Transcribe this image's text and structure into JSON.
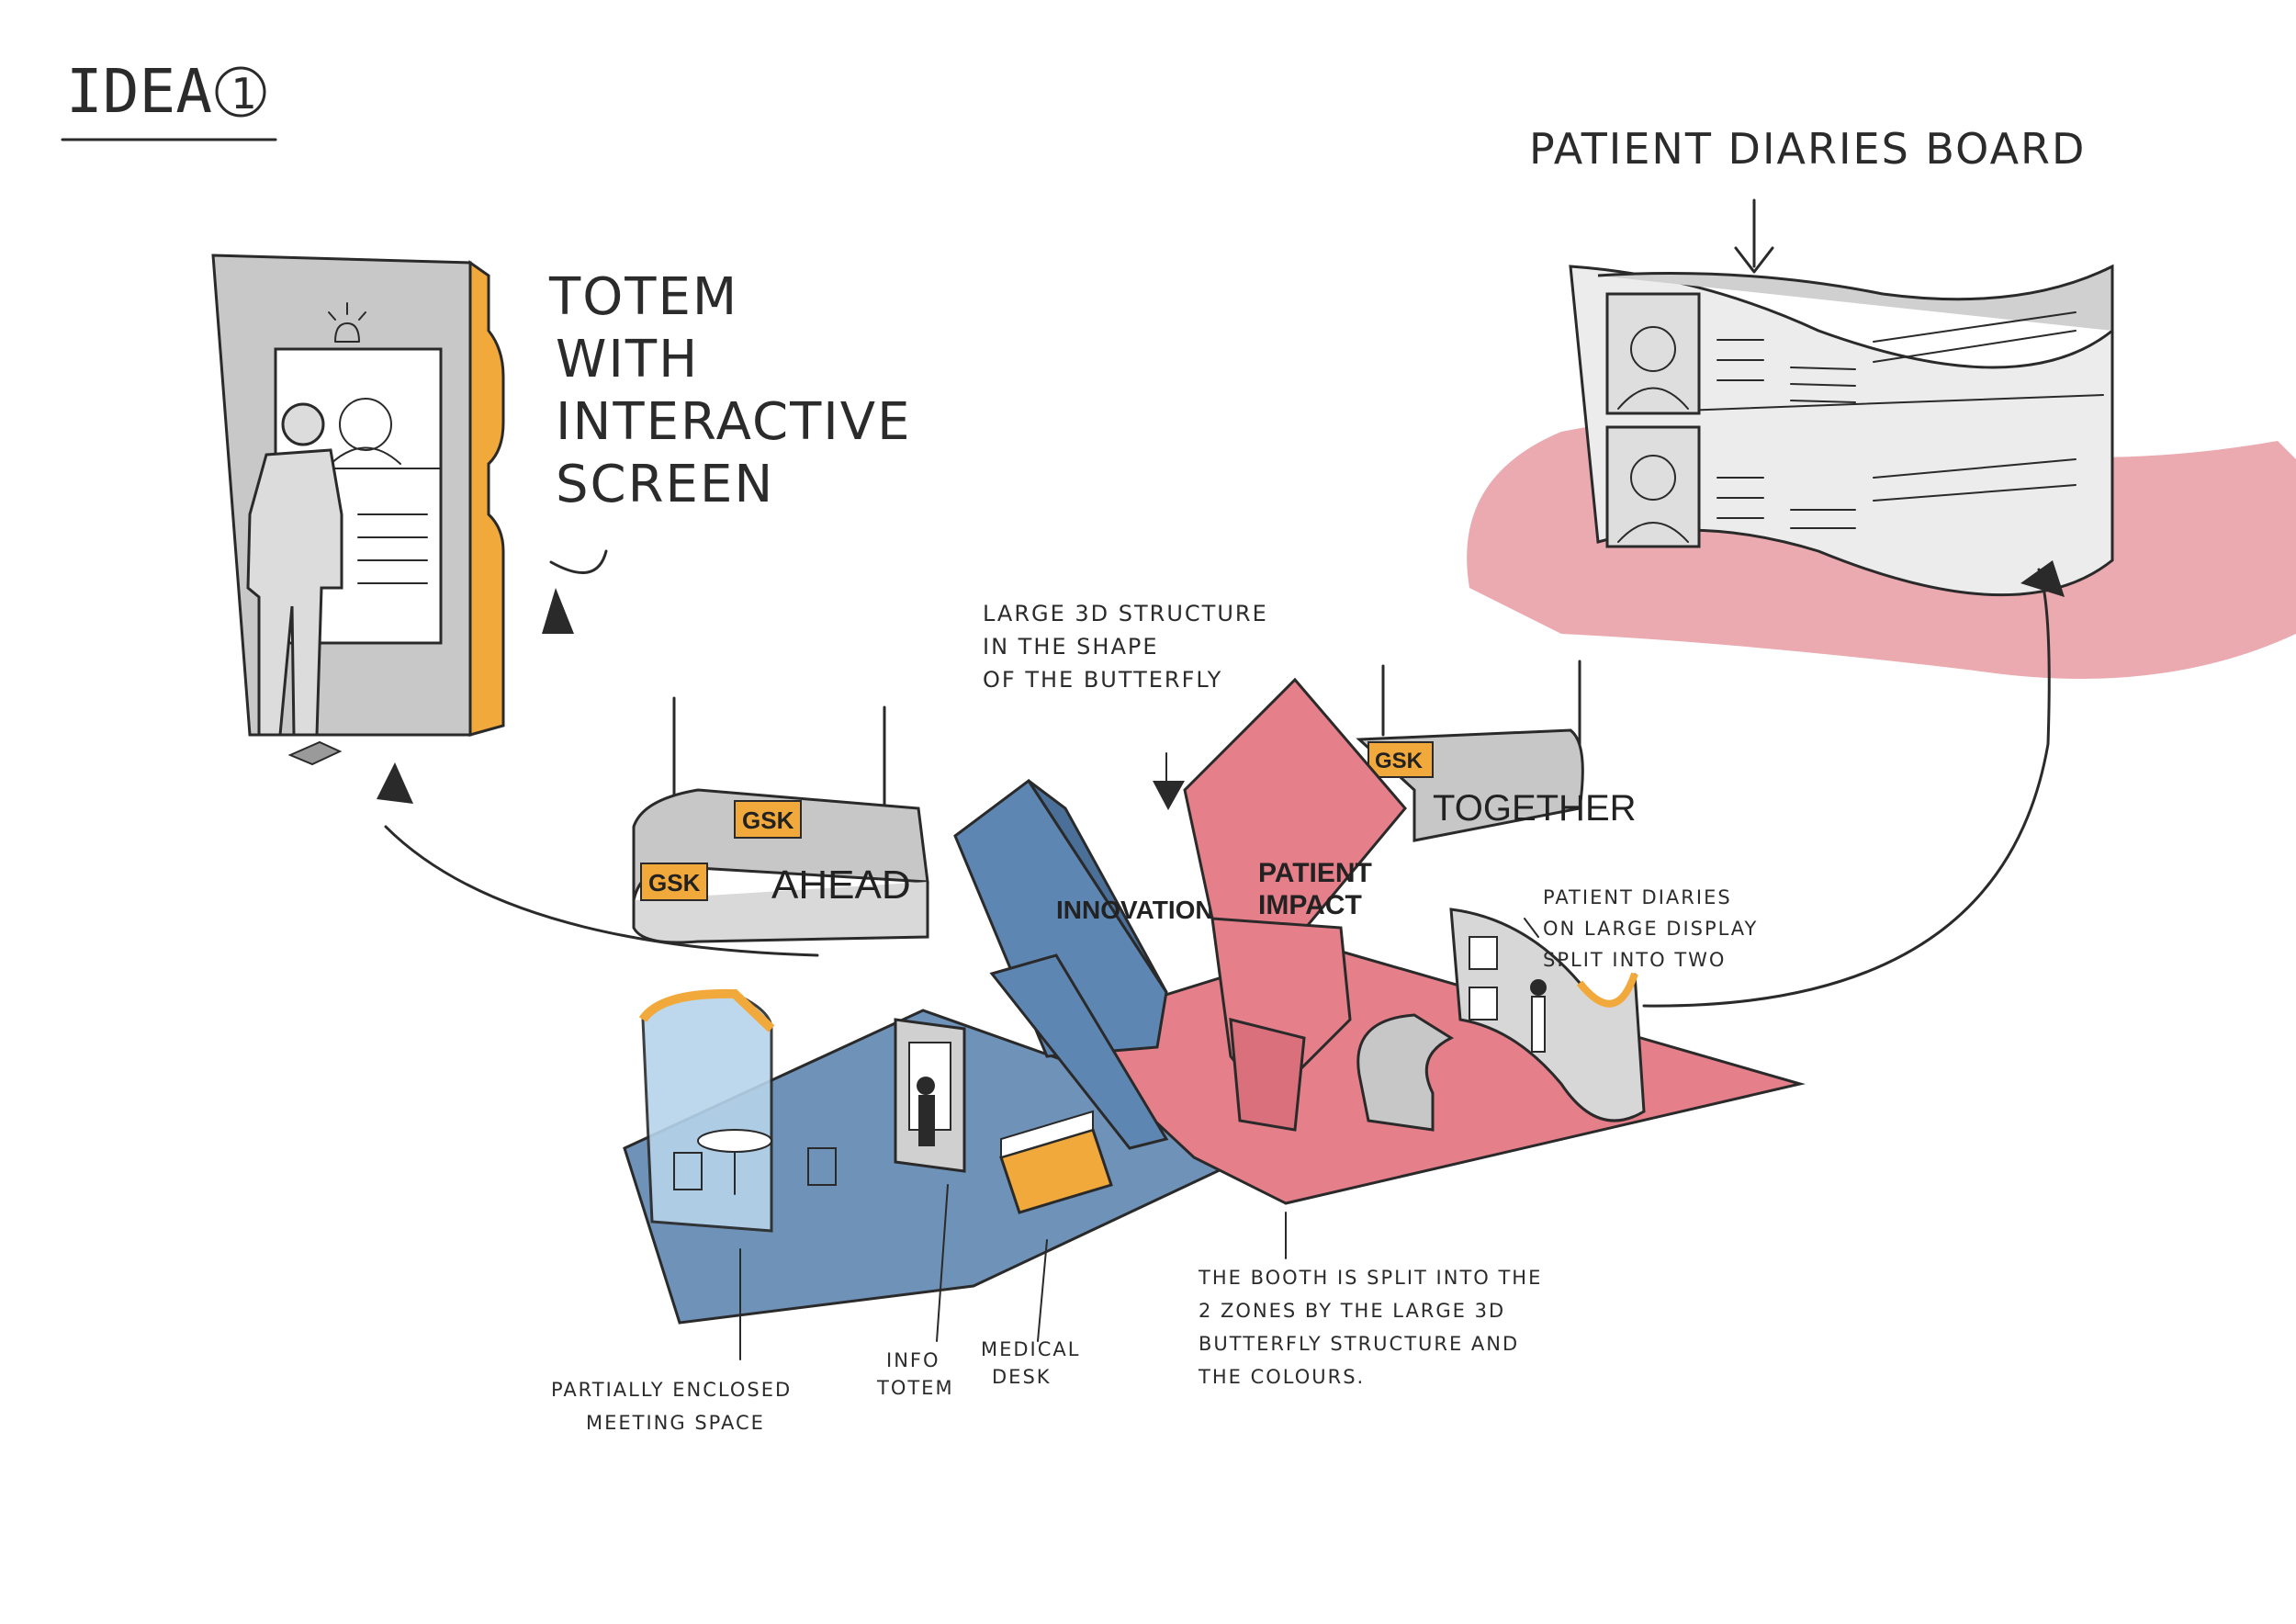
{
  "title": "IDEA",
  "title_number": "1",
  "colors": {
    "blue_zone": "#6f93b8",
    "pink_zone": "#e57f8a",
    "orange_accent": "#f2a93b",
    "grey_panel": "#c7c7c7",
    "ink": "#2a2a2a"
  },
  "signs": {
    "gsk_logo": "GSK",
    "ahead": "AHEAD",
    "together": "TOGETHER",
    "innovation": "INNOVATION",
    "patient_impact_line1": "PATIENT",
    "patient_impact_line2": "IMPACT"
  },
  "annotations": {
    "totem": [
      "TOTEM",
      "WITH",
      "INTERACTIVE",
      "SCREEN"
    ],
    "patient_diaries_board": "PATIENT DIARIES BOARD",
    "butterfly_structure": [
      "LARGE 3D STRUCTURE",
      "IN THE SHAPE",
      "OF THE BUTTERFLY"
    ],
    "patient_diaries_display": [
      "PATIENT DIARIES",
      "ON LARGE DISPLAY",
      "SPLIT INTO TWO"
    ],
    "booth_split": [
      "THE BOOTH IS SPLIT INTO THE",
      "2 ZONES BY THE LARGE 3D",
      "BUTTERFLY STRUCTURE AND",
      "THE COLOURS."
    ],
    "meeting_space": [
      "PARTIALLY ENCLOSED",
      "MEETING SPACE"
    ],
    "info_totem": [
      "INFO",
      "TOTEM"
    ],
    "medical_desk": [
      "MEDICAL",
      "DESK"
    ]
  },
  "icons": [
    "lightbulb-icon",
    "person-icon",
    "arrow-icon",
    "chair-icon",
    "table-icon"
  ]
}
